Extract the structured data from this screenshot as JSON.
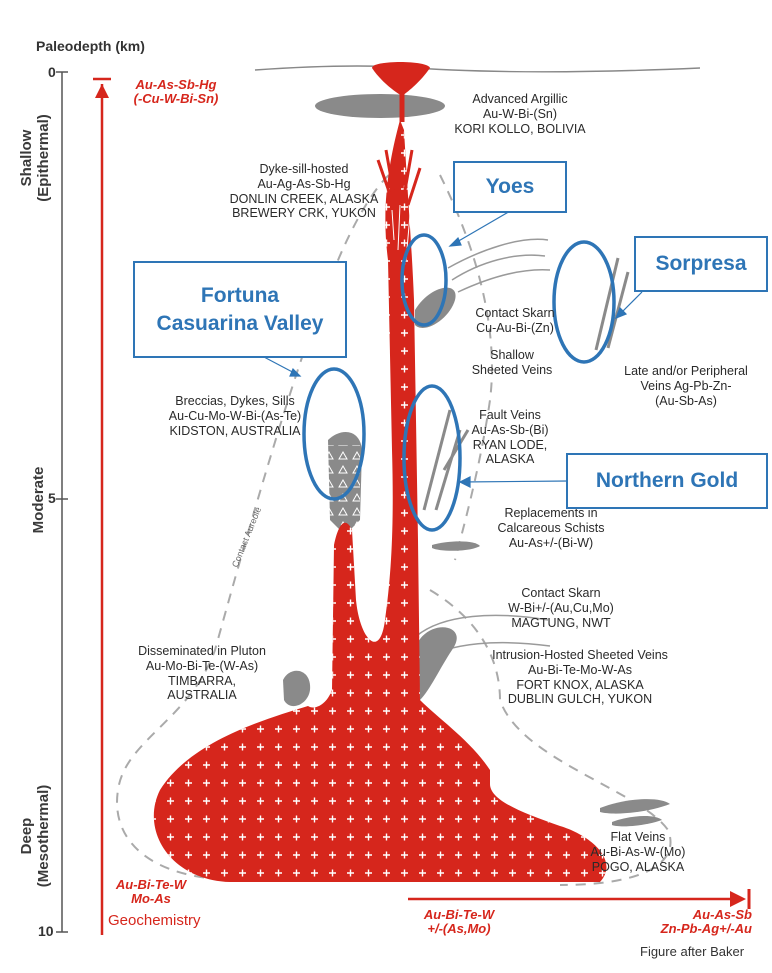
{
  "axis": {
    "title": "Paleodepth (km)",
    "ticks": [
      "0",
      "5",
      "10"
    ],
    "zones": {
      "shallow": [
        "Shallow",
        "(Epithermal)"
      ],
      "moderate": "Moderate",
      "deep": [
        "Deep",
        "(Mesothermal)"
      ]
    }
  },
  "geochem": {
    "top": [
      "Au-As-Sb-Hg",
      "(-Cu-W-Bi-Sn)"
    ],
    "bottom": [
      "Au-Bi-Te-W",
      "Mo-As"
    ],
    "caption": "Geochemistry",
    "lateral_left": [
      "Au-Bi-Te-W",
      "+/-(As,Mo)"
    ],
    "lateral_right": [
      "Au-As-Sb",
      "Zn-Pb-Ag+/-Au"
    ]
  },
  "deposits": {
    "advanced_argillic": [
      "Advanced Argillic",
      "Au-W-Bi-(Sn)",
      "KORI KOLLO, BOLIVIA"
    ],
    "dyke_sill": [
      "Dyke-sill-hosted",
      "Au-Ag-As-Sb-Hg",
      "DONLIN CREEK, ALASKA",
      "BREWERY CRK, YUKON"
    ],
    "contact_skarn_upper": [
      "Contact Skarn",
      "Cu-Au-Bi-(Zn)"
    ],
    "shallow_sheeted": [
      "Shallow",
      "Sheeted Veins"
    ],
    "peripheral_veins": [
      "Late and/or Peripheral",
      "Veins Ag-Pb-Zn-",
      "(Au-Sb-As)"
    ],
    "breccias": [
      "Breccias, Dykes, Sills",
      "Au-Cu-Mo-W-Bi-(As-Te)",
      "KIDSTON, AUSTRALIA"
    ],
    "fault_veins": [
      "Fault Veins",
      "Au-As-Sb-(Bi)",
      "RYAN LODE,",
      "ALASKA"
    ],
    "replacements": [
      "Replacements in",
      "Calcareous Schists",
      "Au-As+/-(Bi-W)"
    ],
    "contact_skarn_lower": [
      "Contact Skarn",
      "W-Bi+/-(Au,Cu,Mo)",
      "MAGTUNG, NWT"
    ],
    "intrusion_hosted": [
      "Intrusion-Hosted Sheeted Veins",
      "Au-Bi-Te-Mo-W-As",
      "FORT KNOX, ALASKA",
      "DUBLIN GULCH, YUKON"
    ],
    "disseminated": [
      "Disseminated in Pluton",
      "Au-Mo-Bi-Te-(W-As)",
      "TIMBARRA,",
      "AUSTRALIA"
    ],
    "flat_veins": [
      "Flat Veins",
      "Au-Bi-As-W-(Mo)",
      "POGO, ALASKA"
    ],
    "contact_aureole": "Contact Aureole"
  },
  "callouts": {
    "yoes": "Yoes",
    "sorpresa": "Sorpresa",
    "fortuna": [
      "Fortuna",
      "Casuarina Valley"
    ],
    "northern_gold": "Northern Gold"
  },
  "credit": "Figure after Baker",
  "colors": {
    "intrusion": "#d6261c",
    "callout": "#2e75b6",
    "host_rock": "#8a8a8a"
  }
}
